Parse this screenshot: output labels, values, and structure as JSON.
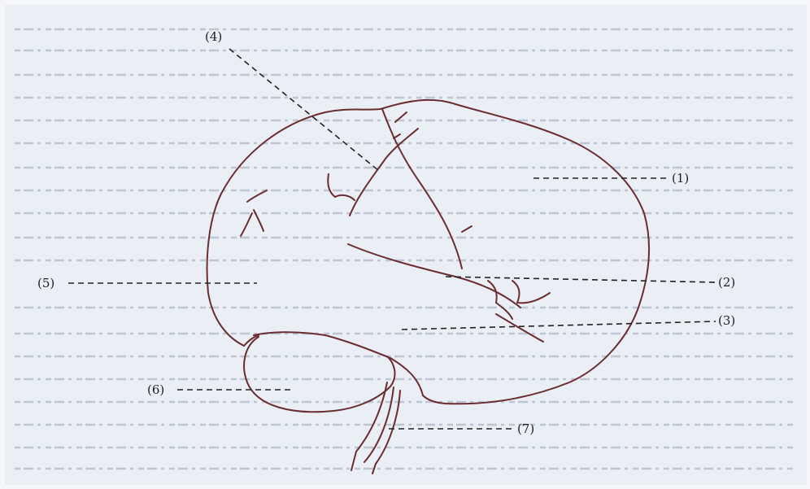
{
  "figure": {
    "background_color": "#eaeef5",
    "outline_color": "#6b2d30",
    "leader_color": "#222222",
    "background_text_color": "#9aa6b6",
    "labels": [
      {
        "id": "1",
        "text": "(1)"
      },
      {
        "id": "2",
        "text": "(2)"
      },
      {
        "id": "3",
        "text": "(3)"
      },
      {
        "id": "4",
        "text": "(4)"
      },
      {
        "id": "5",
        "text": "(5)"
      },
      {
        "id": "6",
        "text": "(6)"
      },
      {
        "id": "7",
        "text": "(7)"
      }
    ]
  }
}
